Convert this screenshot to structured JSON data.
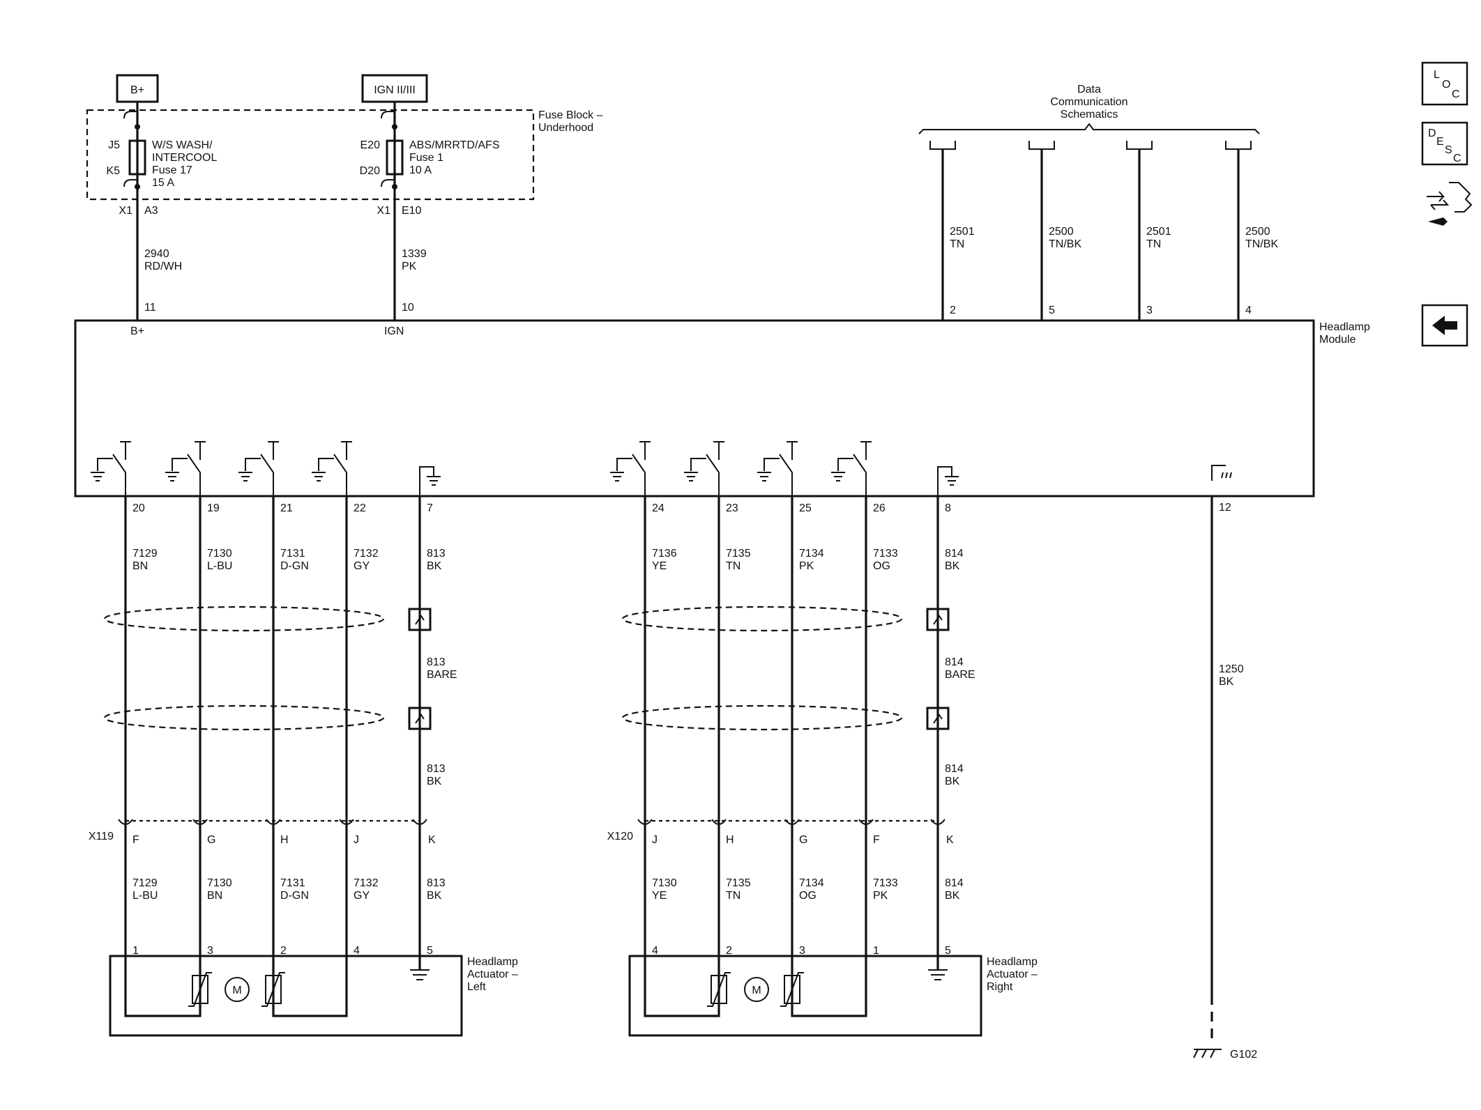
{
  "power_sources": [
    {
      "label": "B+"
    },
    {
      "label": "IGN II/III"
    }
  ],
  "fuse_block": {
    "label_line1": "Fuse Block –",
    "label_line2": "Underhood"
  },
  "fuses": [
    {
      "top_pin": "J5",
      "bottom_pin": "K5",
      "desc_line1": "W/S WASH/",
      "desc_line2": "INTERCOOL",
      "fuse_name": "Fuse 17",
      "rating": "15 A",
      "connector": "X1",
      "cavity": "A3",
      "circuit": "2940",
      "color": "RD/WH",
      "module_pin": "11",
      "module_label": "B+"
    },
    {
      "top_pin": "E20",
      "bottom_pin": "D20",
      "desc_line1": "ABS/MRRTD/AFS",
      "desc_line2": "",
      "fuse_name": "Fuse 1",
      "rating": "10 A",
      "connector": "X1",
      "cavity": "E10",
      "circuit": "1339",
      "color": "PK",
      "module_pin": "10",
      "module_label": "IGN"
    }
  ],
  "data_comm": {
    "label_line1": "Data",
    "label_line2": "Communication",
    "label_line3": "Schematics",
    "wires": [
      {
        "circuit": "2501",
        "color": "TN",
        "pin": "2"
      },
      {
        "circuit": "2500",
        "color": "TN/BK",
        "pin": "5"
      },
      {
        "circuit": "2501",
        "color": "TN",
        "pin": "3"
      },
      {
        "circuit": "2500",
        "color": "TN/BK",
        "pin": "4"
      }
    ]
  },
  "module": {
    "label_line1": "Headlamp",
    "label_line2": "Module"
  },
  "left_group": {
    "connector": "X119",
    "wires": [
      {
        "pin": "20",
        "circuit": "7129",
        "color": "BN",
        "cavity": "F",
        "circuit2": "7129",
        "color2": "L-BU",
        "act_pin": "1"
      },
      {
        "pin": "19",
        "circuit": "7130",
        "color": "L-BU",
        "cavity": "G",
        "circuit2": "7130",
        "color2": "BN",
        "act_pin": "3"
      },
      {
        "pin": "21",
        "circuit": "7131",
        "color": "D-GN",
        "cavity": "H",
        "circuit2": "7131",
        "color2": "D-GN",
        "act_pin": "2"
      },
      {
        "pin": "22",
        "circuit": "7132",
        "color": "GY",
        "cavity": "J",
        "circuit2": "7132",
        "color2": "GY",
        "act_pin": "4"
      }
    ],
    "ground": {
      "pin": "7",
      "circuit": "813",
      "color": "BK",
      "drain_circuit": "813",
      "drain_color": "BARE",
      "mid_circuit": "813",
      "mid_color": "BK",
      "cavity": "K",
      "circuit2": "813",
      "color2": "BK",
      "act_pin": "5"
    },
    "actuator": {
      "label_line1": "Headlamp",
      "label_line2": "Actuator –",
      "label_line3": "Left",
      "motor": "M"
    }
  },
  "right_group": {
    "connector": "X120",
    "wires": [
      {
        "pin": "24",
        "circuit": "7136",
        "color": "YE",
        "cavity": "J",
        "circuit2": "7130",
        "color2": "YE",
        "act_pin": "4"
      },
      {
        "pin": "23",
        "circuit": "7135",
        "color": "TN",
        "cavity": "H",
        "circuit2": "7135",
        "color2": "TN",
        "act_pin": "2"
      },
      {
        "pin": "25",
        "circuit": "7134",
        "color": "PK",
        "cavity": "G",
        "circuit2": "7134",
        "color2": "OG",
        "act_pin": "3"
      },
      {
        "pin": "26",
        "circuit": "7133",
        "color": "OG",
        "cavity": "F",
        "circuit2": "7133",
        "color2": "PK",
        "act_pin": "1"
      }
    ],
    "ground": {
      "pin": "8",
      "circuit": "814",
      "color": "BK",
      "drain_circuit": "814",
      "drain_color": "BARE",
      "mid_circuit": "814",
      "mid_color": "BK",
      "cavity": "K",
      "circuit2": "814",
      "color2": "BK",
      "act_pin": "5"
    },
    "actuator": {
      "label_line1": "Headlamp",
      "label_line2": "Actuator –",
      "label_line3": "Right",
      "motor": "M"
    }
  },
  "chassis_ground": {
    "pin": "12",
    "circuit": "1250",
    "color": "BK",
    "ground_label": "G102"
  },
  "side_icons": [
    {
      "name": "loc-icon",
      "l1": "L",
      "l2": "O",
      "l3": "C"
    },
    {
      "name": "desc-icon",
      "l1": "D",
      "l2": "E",
      "l3": "S",
      "l4": "C"
    }
  ]
}
